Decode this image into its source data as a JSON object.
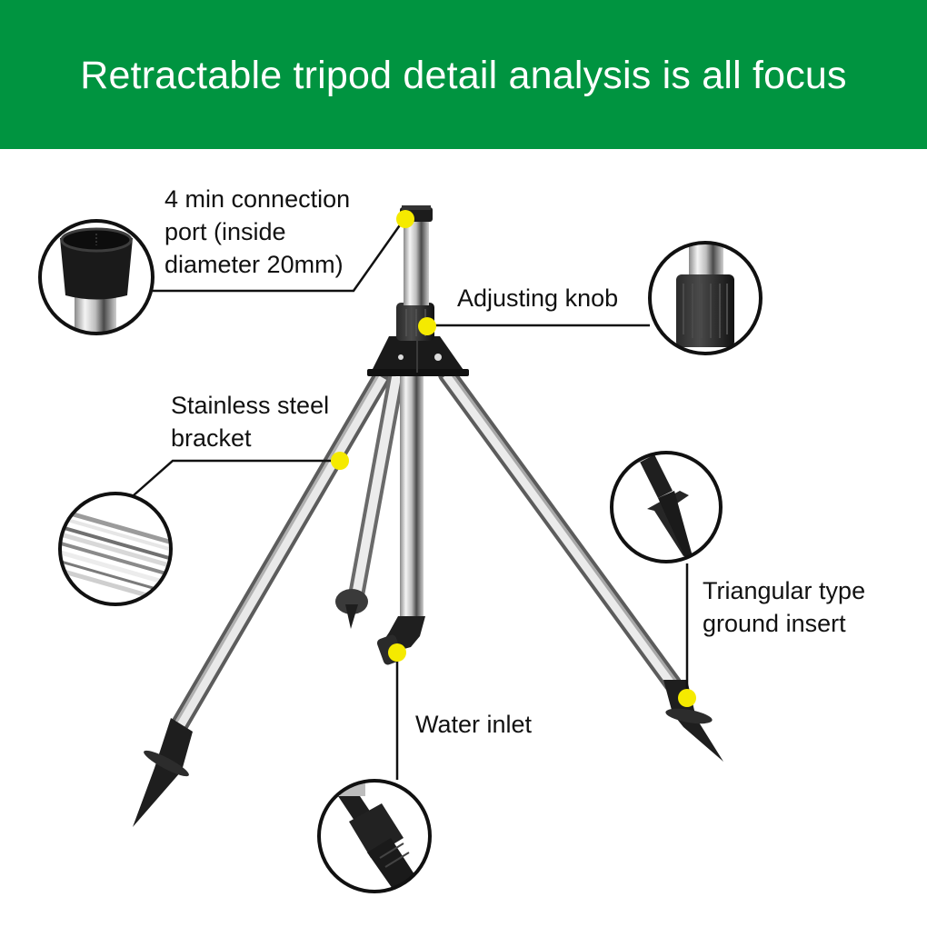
{
  "banner": {
    "title": "Retractable tripod detail analysis is all focus",
    "background_color": "#009440",
    "text_color": "#ffffff"
  },
  "callouts": [
    {
      "id": "port",
      "label": "4 min connection\nport (inside\ndiameter 20mm)",
      "icon": "connection-port-closeup"
    },
    {
      "id": "knob",
      "label": "Adjusting knob",
      "icon": "adjusting-knob-closeup"
    },
    {
      "id": "steel",
      "label": "Stainless steel\nbracket",
      "icon": "steel-tubes-closeup"
    },
    {
      "id": "triangle",
      "label": "Triangular type\nground insert",
      "icon": "ground-spike-closeup"
    },
    {
      "id": "water",
      "label": "Water inlet",
      "icon": "water-inlet-connector-closeup"
    }
  ],
  "colors": {
    "marker_dot": "#f5ea00",
    "leader_line": "#111111",
    "steel_light": "#e8e8e8",
    "steel_dark": "#5a5a5a",
    "plastic_black": "#1c1c1c"
  }
}
